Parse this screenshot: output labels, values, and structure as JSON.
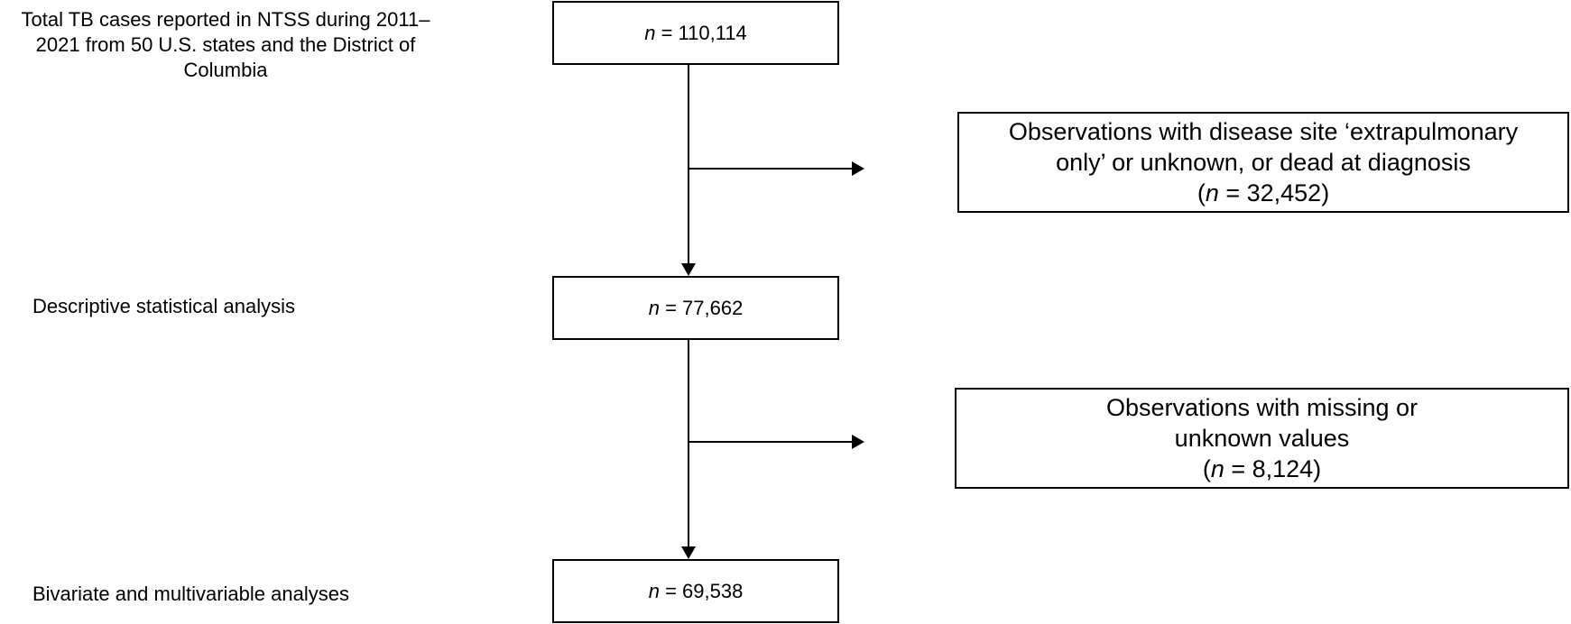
{
  "left_labels": {
    "total_line1": "Total TB cases reported in NTSS during 2011–",
    "total_line2": "2021 from 50 U.S. states and the District of",
    "total_line3": "Columbia",
    "descriptive": "Descriptive statistical analysis",
    "bivariate": "Bivariate and multivariable analyses"
  },
  "main_boxes": {
    "box1": {
      "n_symbol": "n",
      "value": "= 110,114"
    },
    "box2": {
      "n_symbol": "n",
      "value": "= 77,662"
    },
    "box3": {
      "n_symbol": "n",
      "value": "= 69,538"
    }
  },
  "exclusion_boxes": {
    "excl1": {
      "line1": "Observations with disease site ‘extrapulmonary",
      "line2": "only’ or unknown, or dead at diagnosis",
      "open": "(",
      "n_symbol": "n",
      "value": " = 32,452)"
    },
    "excl2": {
      "line1": "Observations with missing or",
      "line2": "unknown values",
      "open": "(",
      "n_symbol": "n",
      "value": " = 8,124)"
    }
  }
}
